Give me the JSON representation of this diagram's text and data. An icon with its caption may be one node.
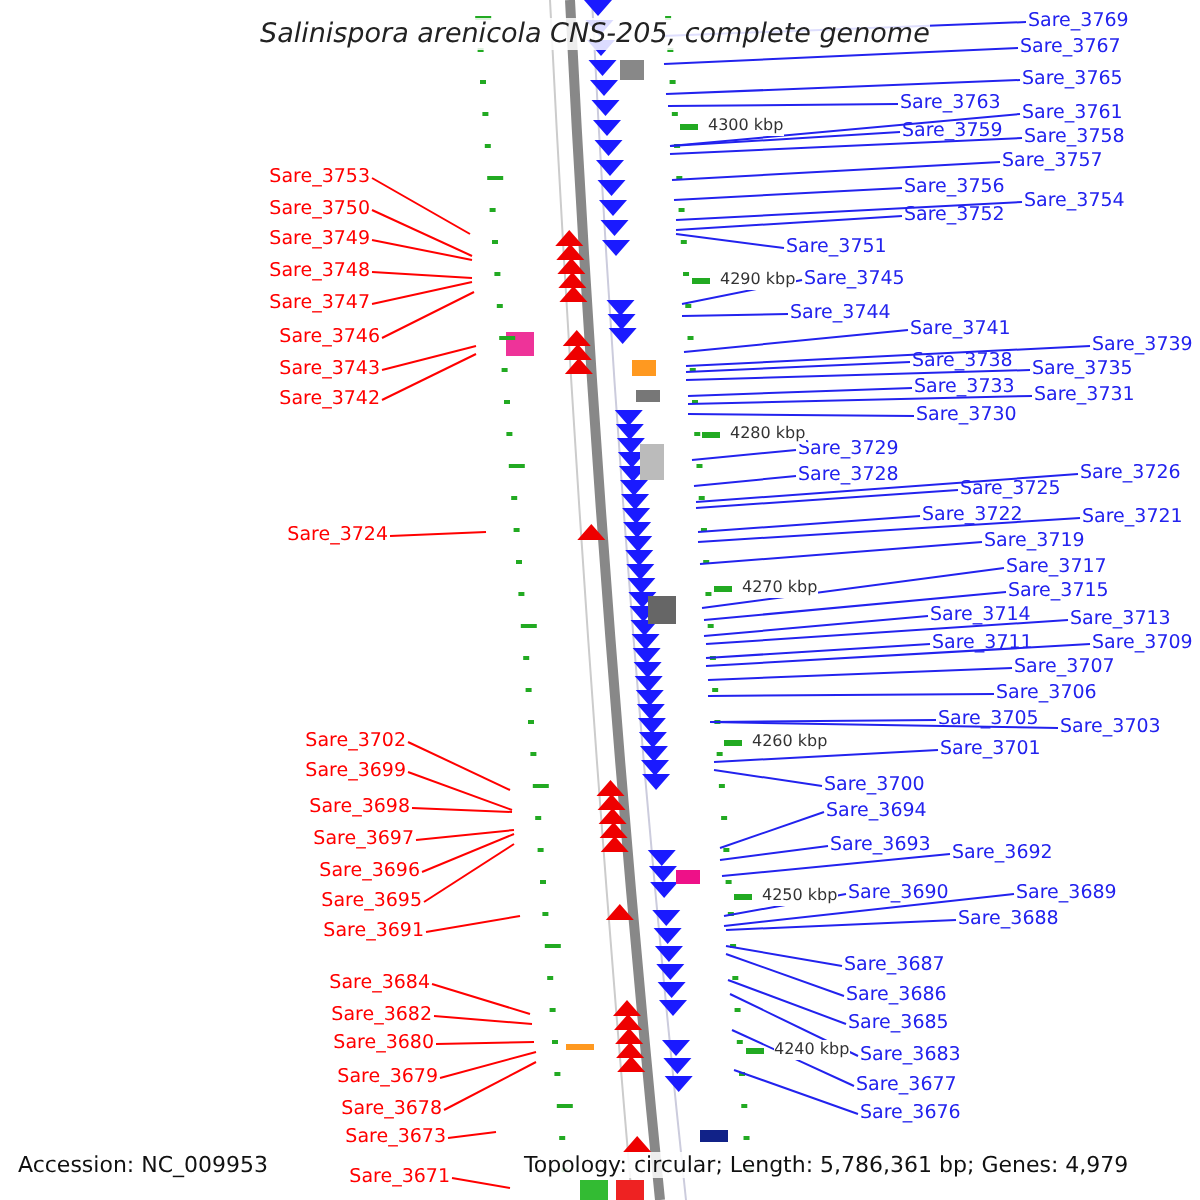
{
  "diagram": {
    "title": "Salinispora arenicola CNS-205, complete genome",
    "nodes": [
      {
        "text": [
          "Sare_3769"
        ]
      },
      {
        "text": [
          "Sare_3767"
        ]
      },
      {
        "text": [
          "Sare_3765"
        ]
      },
      {
        "text": [
          "Sare_3763"
        ]
      },
      {
        "text": [
          "Sare_3761"
        ]
      },
      {
        "text": [
          "Sare_3759"
        ]
      },
      {
        "text": [
          "Sare_3758"
        ]
      },
      {
        "text": [
          "Sare_3757"
        ]
      },
      {
        "text": [
          "Sare_3756"
        ]
      },
      {
        "text": [
          "Sare_3754"
        ]
      },
      {
        "text": [
          "Sare_3752"
        ]
      },
      {
        "text": [
          "Sare_3751"
        ]
      },
      {
        "text": [
          "Sare_3745"
        ]
      },
      {
        "text": [
          "Sare_3744"
        ]
      },
      {
        "text": [
          "Sare_3741"
        ]
      },
      {
        "text": [
          "Sare_3739"
        ]
      },
      {
        "text": [
          "Sare_3738"
        ]
      },
      {
        "text": [
          "Sare_3735"
        ]
      },
      {
        "text": [
          "Sare_3733"
        ]
      },
      {
        "text": [
          "Sare_3731"
        ]
      },
      {
        "text": [
          "Sare_3730"
        ]
      },
      {
        "text": [
          "Sare_3729"
        ]
      },
      {
        "text": [
          "Sare_3728"
        ]
      },
      {
        "text": [
          "Sare_3726"
        ]
      },
      {
        "text": [
          "Sare_3725"
        ]
      },
      {
        "text": [
          "Sare_3722"
        ]
      },
      {
        "text": [
          "Sare_3721"
        ]
      },
      {
        "text": [
          "Sare_3719"
        ]
      },
      {
        "text": [
          "Sare_3717"
        ]
      },
      {
        "text": [
          "Sare_3715"
        ]
      },
      {
        "text": [
          "Sare_3714"
        ]
      },
      {
        "text": [
          "Sare_3713"
        ]
      },
      {
        "text": [
          "Sare_3711"
        ]
      },
      {
        "text": [
          "Sare_3709"
        ]
      },
      {
        "text": [
          "Sare_3707"
        ]
      },
      {
        "text": [
          "Sare_3706"
        ]
      },
      {
        "text": [
          "Sare_3705"
        ]
      },
      {
        "text": [
          "Sare_3703"
        ]
      },
      {
        "text": [
          "Sare_3701"
        ]
      },
      {
        "text": [
          "Sare_3700"
        ]
      },
      {
        "text": [
          "Sare_3694"
        ]
      },
      {
        "text": [
          "Sare_3693"
        ]
      },
      {
        "text": [
          "Sare_3692"
        ]
      },
      {
        "text": [
          "Sare_3690"
        ]
      },
      {
        "text": [
          "Sare_3689"
        ]
      },
      {
        "text": [
          "Sare_3688"
        ]
      },
      {
        "text": [
          "Sare_3687"
        ]
      },
      {
        "text": [
          "Sare_3686"
        ]
      },
      {
        "text": [
          "Sare_3685"
        ]
      },
      {
        "text": [
          "Sare_3683"
        ]
      },
      {
        "text": [
          "Sare_3677"
        ]
      },
      {
        "text": [
          "Sare_3676"
        ]
      },
      {
        "text": [
          "Sare_3753"
        ]
      },
      {
        "text": [
          "Sare_3750"
        ]
      },
      {
        "text": [
          "Sare_3749"
        ]
      },
      {
        "text": [
          "Sare_3748"
        ]
      },
      {
        "text": [
          "Sare_3747"
        ]
      },
      {
        "text": [
          "Sare_3746"
        ]
      },
      {
        "text": [
          "Sare_3743"
        ]
      },
      {
        "text": [
          "Sare_3742"
        ]
      },
      {
        "text": [
          "Sare_3724"
        ]
      },
      {
        "text": [
          "Sare_3702"
        ]
      },
      {
        "text": [
          "Sare_3699"
        ]
      },
      {
        "text": [
          "Sare_3698"
        ]
      },
      {
        "text": [
          "Sare_3697"
        ]
      },
      {
        "text": [
          "Sare_3696"
        ]
      },
      {
        "text": [
          "Sare_3695"
        ]
      },
      {
        "text": [
          "Sare_3691"
        ]
      },
      {
        "text": [
          "Sare_3684"
        ]
      },
      {
        "text": [
          "Sare_3682"
        ]
      },
      {
        "text": [
          "Sare_3680"
        ]
      },
      {
        "text": [
          "Sare_3679"
        ]
      },
      {
        "text": [
          "Sare_3678"
        ]
      },
      {
        "text": [
          "Sare_3673"
        ]
      },
      {
        "text": [
          "Sare_3671"
        ]
      }
    ],
    "edges": [
      {
        "from": 0,
        "to": null,
        "arrow": "none"
      },
      {
        "from": 1,
        "to": null,
        "arrow": "none"
      },
      {
        "from": 2,
        "to": null,
        "arrow": "none"
      },
      {
        "from": 3,
        "to": null,
        "arrow": "none"
      },
      {
        "from": 4,
        "to": null,
        "arrow": "none"
      },
      {
        "from": 5,
        "to": null,
        "arrow": "none"
      },
      {
        "from": 6,
        "to": null,
        "arrow": "none"
      },
      {
        "from": 7,
        "to": null,
        "arrow": "none"
      },
      {
        "from": 8,
        "to": null,
        "arrow": "none"
      },
      {
        "from": 9,
        "to": null,
        "arrow": "none"
      },
      {
        "from": 10,
        "to": null,
        "arrow": "none"
      },
      {
        "from": 11,
        "to": null,
        "arrow": "none"
      },
      {
        "from": 12,
        "to": null,
        "arrow": "none"
      },
      {
        "from": 13,
        "to": null,
        "arrow": "none"
      },
      {
        "from": 14,
        "to": null,
        "arrow": "none"
      },
      {
        "from": 15,
        "to": null,
        "arrow": "none"
      },
      {
        "from": 16,
        "to": null,
        "arrow": "none"
      },
      {
        "from": 17,
        "to": null,
        "arrow": "none"
      },
      {
        "from": 18,
        "to": null,
        "arrow": "none"
      },
      {
        "from": 19,
        "to": null,
        "arrow": "none"
      },
      {
        "from": 20,
        "to": null,
        "arrow": "none"
      },
      {
        "from": 21,
        "to": null,
        "arrow": "none"
      },
      {
        "from": 22,
        "to": null,
        "arrow": "none"
      },
      {
        "from": 23,
        "to": null,
        "arrow": "none"
      },
      {
        "from": 24,
        "to": null,
        "arrow": "none"
      },
      {
        "from": 25,
        "to": null,
        "arrow": "none"
      },
      {
        "from": 26,
        "to": null,
        "arrow": "none"
      },
      {
        "from": 27,
        "to": null,
        "arrow": "none"
      },
      {
        "from": 28,
        "to": null,
        "arrow": "none"
      },
      {
        "from": 29,
        "to": null,
        "arrow": "none"
      },
      {
        "from": 30,
        "to": null,
        "arrow": "none"
      },
      {
        "from": 31,
        "to": null,
        "arrow": "none"
      },
      {
        "from": 32,
        "to": null,
        "arrow": "none"
      },
      {
        "from": 33,
        "to": null,
        "arrow": "none"
      },
      {
        "from": 34,
        "to": null,
        "arrow": "none"
      },
      {
        "from": 35,
        "to": null,
        "arrow": "none"
      },
      {
        "from": 36,
        "to": null,
        "arrow": "none"
      },
      {
        "from": 37,
        "to": null,
        "arrow": "none"
      },
      {
        "from": 38,
        "to": null,
        "arrow": "none"
      },
      {
        "from": 39,
        "to": null,
        "arrow": "none"
      },
      {
        "from": 40,
        "to": null,
        "arrow": "none"
      },
      {
        "from": 41,
        "to": null,
        "arrow": "none"
      },
      {
        "from": 42,
        "to": null,
        "arrow": "none"
      },
      {
        "from": 43,
        "to": null,
        "arrow": "none"
      },
      {
        "from": 44,
        "to": null,
        "arrow": "none"
      },
      {
        "from": 45,
        "to": null,
        "arrow": "none"
      },
      {
        "from": 46,
        "to": null,
        "arrow": "none"
      },
      {
        "from": 47,
        "to": null,
        "arrow": "none"
      },
      {
        "from": 48,
        "to": null,
        "arrow": "none"
      },
      {
        "from": 49,
        "to": null,
        "arrow": "none"
      },
      {
        "from": 50,
        "to": null,
        "arrow": "none"
      },
      {
        "from": 51,
        "to": null,
        "arrow": "none"
      },
      {
        "from": 52,
        "to": null,
        "arrow": "none",
        "color": "#ff0000"
      },
      {
        "from": 53,
        "to": null,
        "arrow": "none",
        "color": "#ff0000"
      },
      {
        "from": 54,
        "to": null,
        "arrow": "none",
        "color": "#ff0000"
      },
      {
        "from": 55,
        "to": null,
        "arrow": "none",
        "color": "#ff0000"
      },
      {
        "from": 56,
        "to": null,
        "arrow": "none",
        "color": "#ff0000"
      },
      {
        "from": 57,
        "to": null,
        "arrow": "none",
        "color": "#ff0000"
      },
      {
        "from": 58,
        "to": null,
        "arrow": "none",
        "color": "#ff0000"
      },
      {
        "from": 59,
        "to": null,
        "arrow": "none",
        "color": "#ff0000"
      },
      {
        "from": 60,
        "to": null,
        "arrow": "none",
        "color": "#ff0000"
      },
      {
        "from": 61,
        "to": null,
        "arrow": "none",
        "color": "#ff0000"
      },
      {
        "from": 62,
        "to": null,
        "arrow": "none",
        "color": "#ff0000"
      },
      {
        "from": 63,
        "to": null,
        "arrow": "none",
        "color": "#ff0000"
      },
      {
        "from": 64,
        "to": null,
        "arrow": "none",
        "color": "#ff0000"
      },
      {
        "from": 65,
        "to": null,
        "arrow": "none",
        "color": "#ff0000"
      },
      {
        "from": 66,
        "to": null,
        "arrow": "none",
        "color": "#ff0000"
      },
      {
        "from": 67,
        "to": null,
        "arrow": "none",
        "color": "#ff0000"
      },
      {
        "from": 68,
        "to": null,
        "arrow": "none",
        "color": "#ff0000"
      },
      {
        "from": 69,
        "to": null,
        "arrow": "none",
        "color": "#ff0000"
      },
      {
        "from": 70,
        "to": null,
        "arrow": "none",
        "color": "#ff0000"
      },
      {
        "from": 71,
        "to": null,
        "arrow": "none",
        "color": "#ff0000"
      },
      {
        "from": 72,
        "to": null,
        "arrow": "none",
        "color": "#ff0000"
      },
      {
        "from": 73,
        "to": null,
        "arrow": "none",
        "color": "#ff0000"
      },
      {
        "from": 74,
        "to": null,
        "arrow": "none",
        "color": "#ff0000"
      }
    ],
    "labels": [
      "4300 kbp",
      "4290 kbp",
      "4280 kbp",
      "4270 kbp",
      "4260 kbp",
      "4250 kbp",
      "4240 kbp",
      "Accession: NC_009953",
      "Topology: circular; Length: 5,786,361 bp; Genes: 4,979"
    ]
  }
}
